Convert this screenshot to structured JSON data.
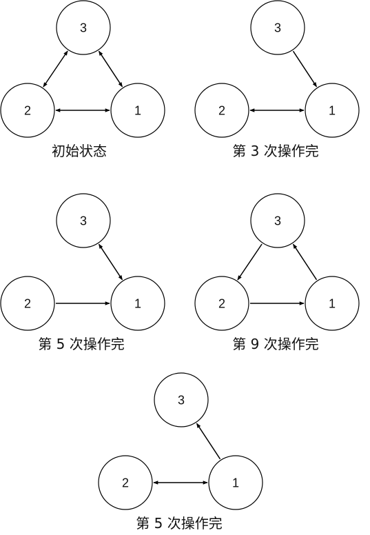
{
  "diagrams": [
    {
      "caption": "初始状态",
      "nodes": [
        "3",
        "2",
        "1"
      ],
      "edges": [
        {
          "from": "2",
          "to": "3",
          "bidirectional": true
        },
        {
          "from": "3",
          "to": "1",
          "bidirectional": true
        },
        {
          "from": "2",
          "to": "1",
          "bidirectional": true
        }
      ]
    },
    {
      "caption": "第 3 次操作完",
      "nodes": [
        "3",
        "2",
        "1"
      ],
      "edges": [
        {
          "from": "3",
          "to": "1",
          "bidirectional": false
        },
        {
          "from": "2",
          "to": "1",
          "bidirectional": true
        }
      ]
    },
    {
      "caption": "第 5 次操作完",
      "nodes": [
        "3",
        "2",
        "1"
      ],
      "edges": [
        {
          "from": "3",
          "to": "1",
          "bidirectional": true
        },
        {
          "from": "2",
          "to": "1",
          "bidirectional": false
        }
      ]
    },
    {
      "caption": "第 9 次操作完",
      "nodes": [
        "3",
        "2",
        "1"
      ],
      "edges": [
        {
          "from": "3",
          "to": "2",
          "bidirectional": false
        },
        {
          "from": "1",
          "to": "3",
          "bidirectional": false
        },
        {
          "from": "2",
          "to": "1",
          "bidirectional": false
        }
      ]
    },
    {
      "caption": "第 5 次操作完",
      "nodes": [
        "3",
        "2",
        "1"
      ],
      "edges": [
        {
          "from": "1",
          "to": "3",
          "bidirectional": false
        },
        {
          "from": "2",
          "to": "1",
          "bidirectional": true
        }
      ]
    }
  ]
}
